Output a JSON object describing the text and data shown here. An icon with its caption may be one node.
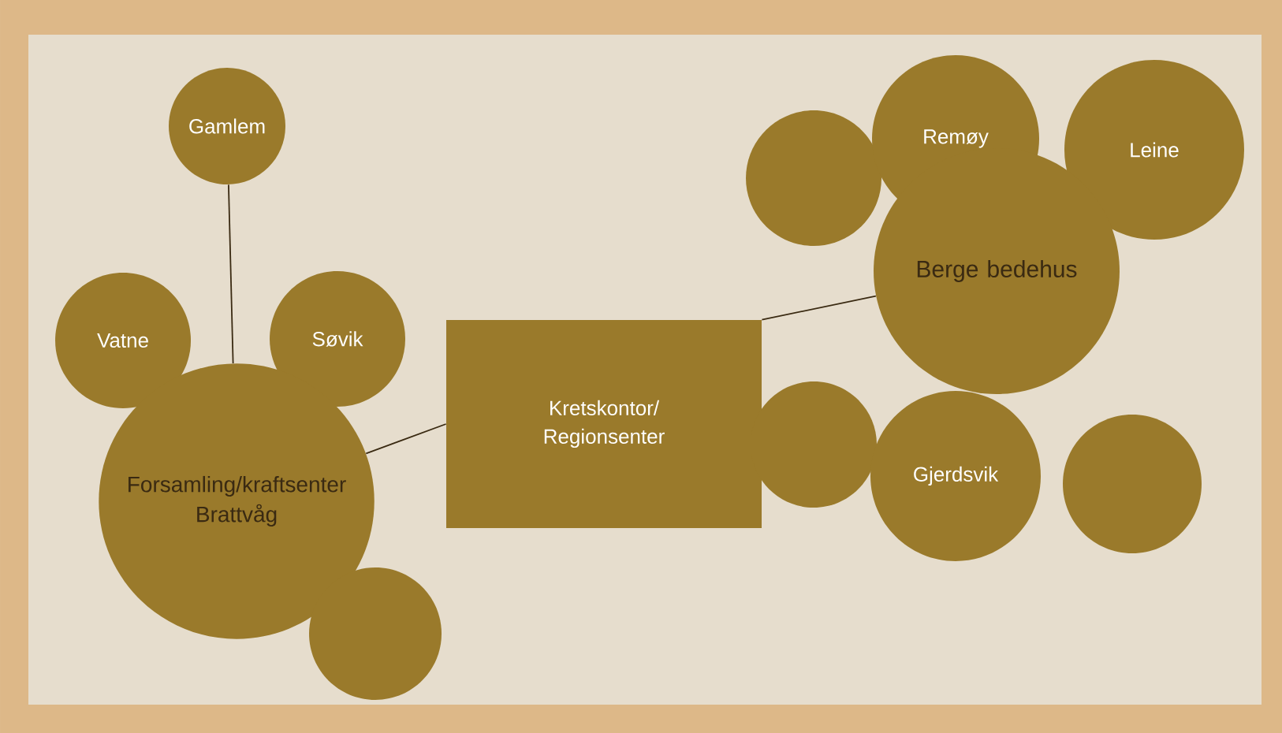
{
  "diagram": {
    "nodes": [
      {
        "text": [
          "Gamlem"
        ]
      },
      {
        "text": [
          "Vatne"
        ]
      },
      {
        "text": [
          "Søvik"
        ]
      },
      {
        "text": [
          "Forsamling/kraftsenter Brattvåg"
        ]
      },
      {
        "text": [],
        "shape": "circle"
      },
      {
        "text": [
          "Kretskontor/ Regionsenter"
        ]
      },
      {
        "text": [],
        "shape": "circle"
      },
      {
        "text": [],
        "shape": "circle"
      },
      {
        "text": [
          "Remøy"
        ]
      },
      {
        "text": [
          "Leine"
        ]
      },
      {
        "text": [
          "Berge bedehus"
        ]
      },
      {
        "text": [
          "Gjerdsvik"
        ]
      },
      {
        "text": [],
        "shape": "circle"
      }
    ],
    "edges": [
      {
        "from": 0,
        "to": 3,
        "arrow": "none"
      },
      {
        "from": 5,
        "to": 3,
        "arrow": "none"
      },
      {
        "from": 5,
        "to": 10,
        "arrow": "none"
      }
    ]
  }
}
